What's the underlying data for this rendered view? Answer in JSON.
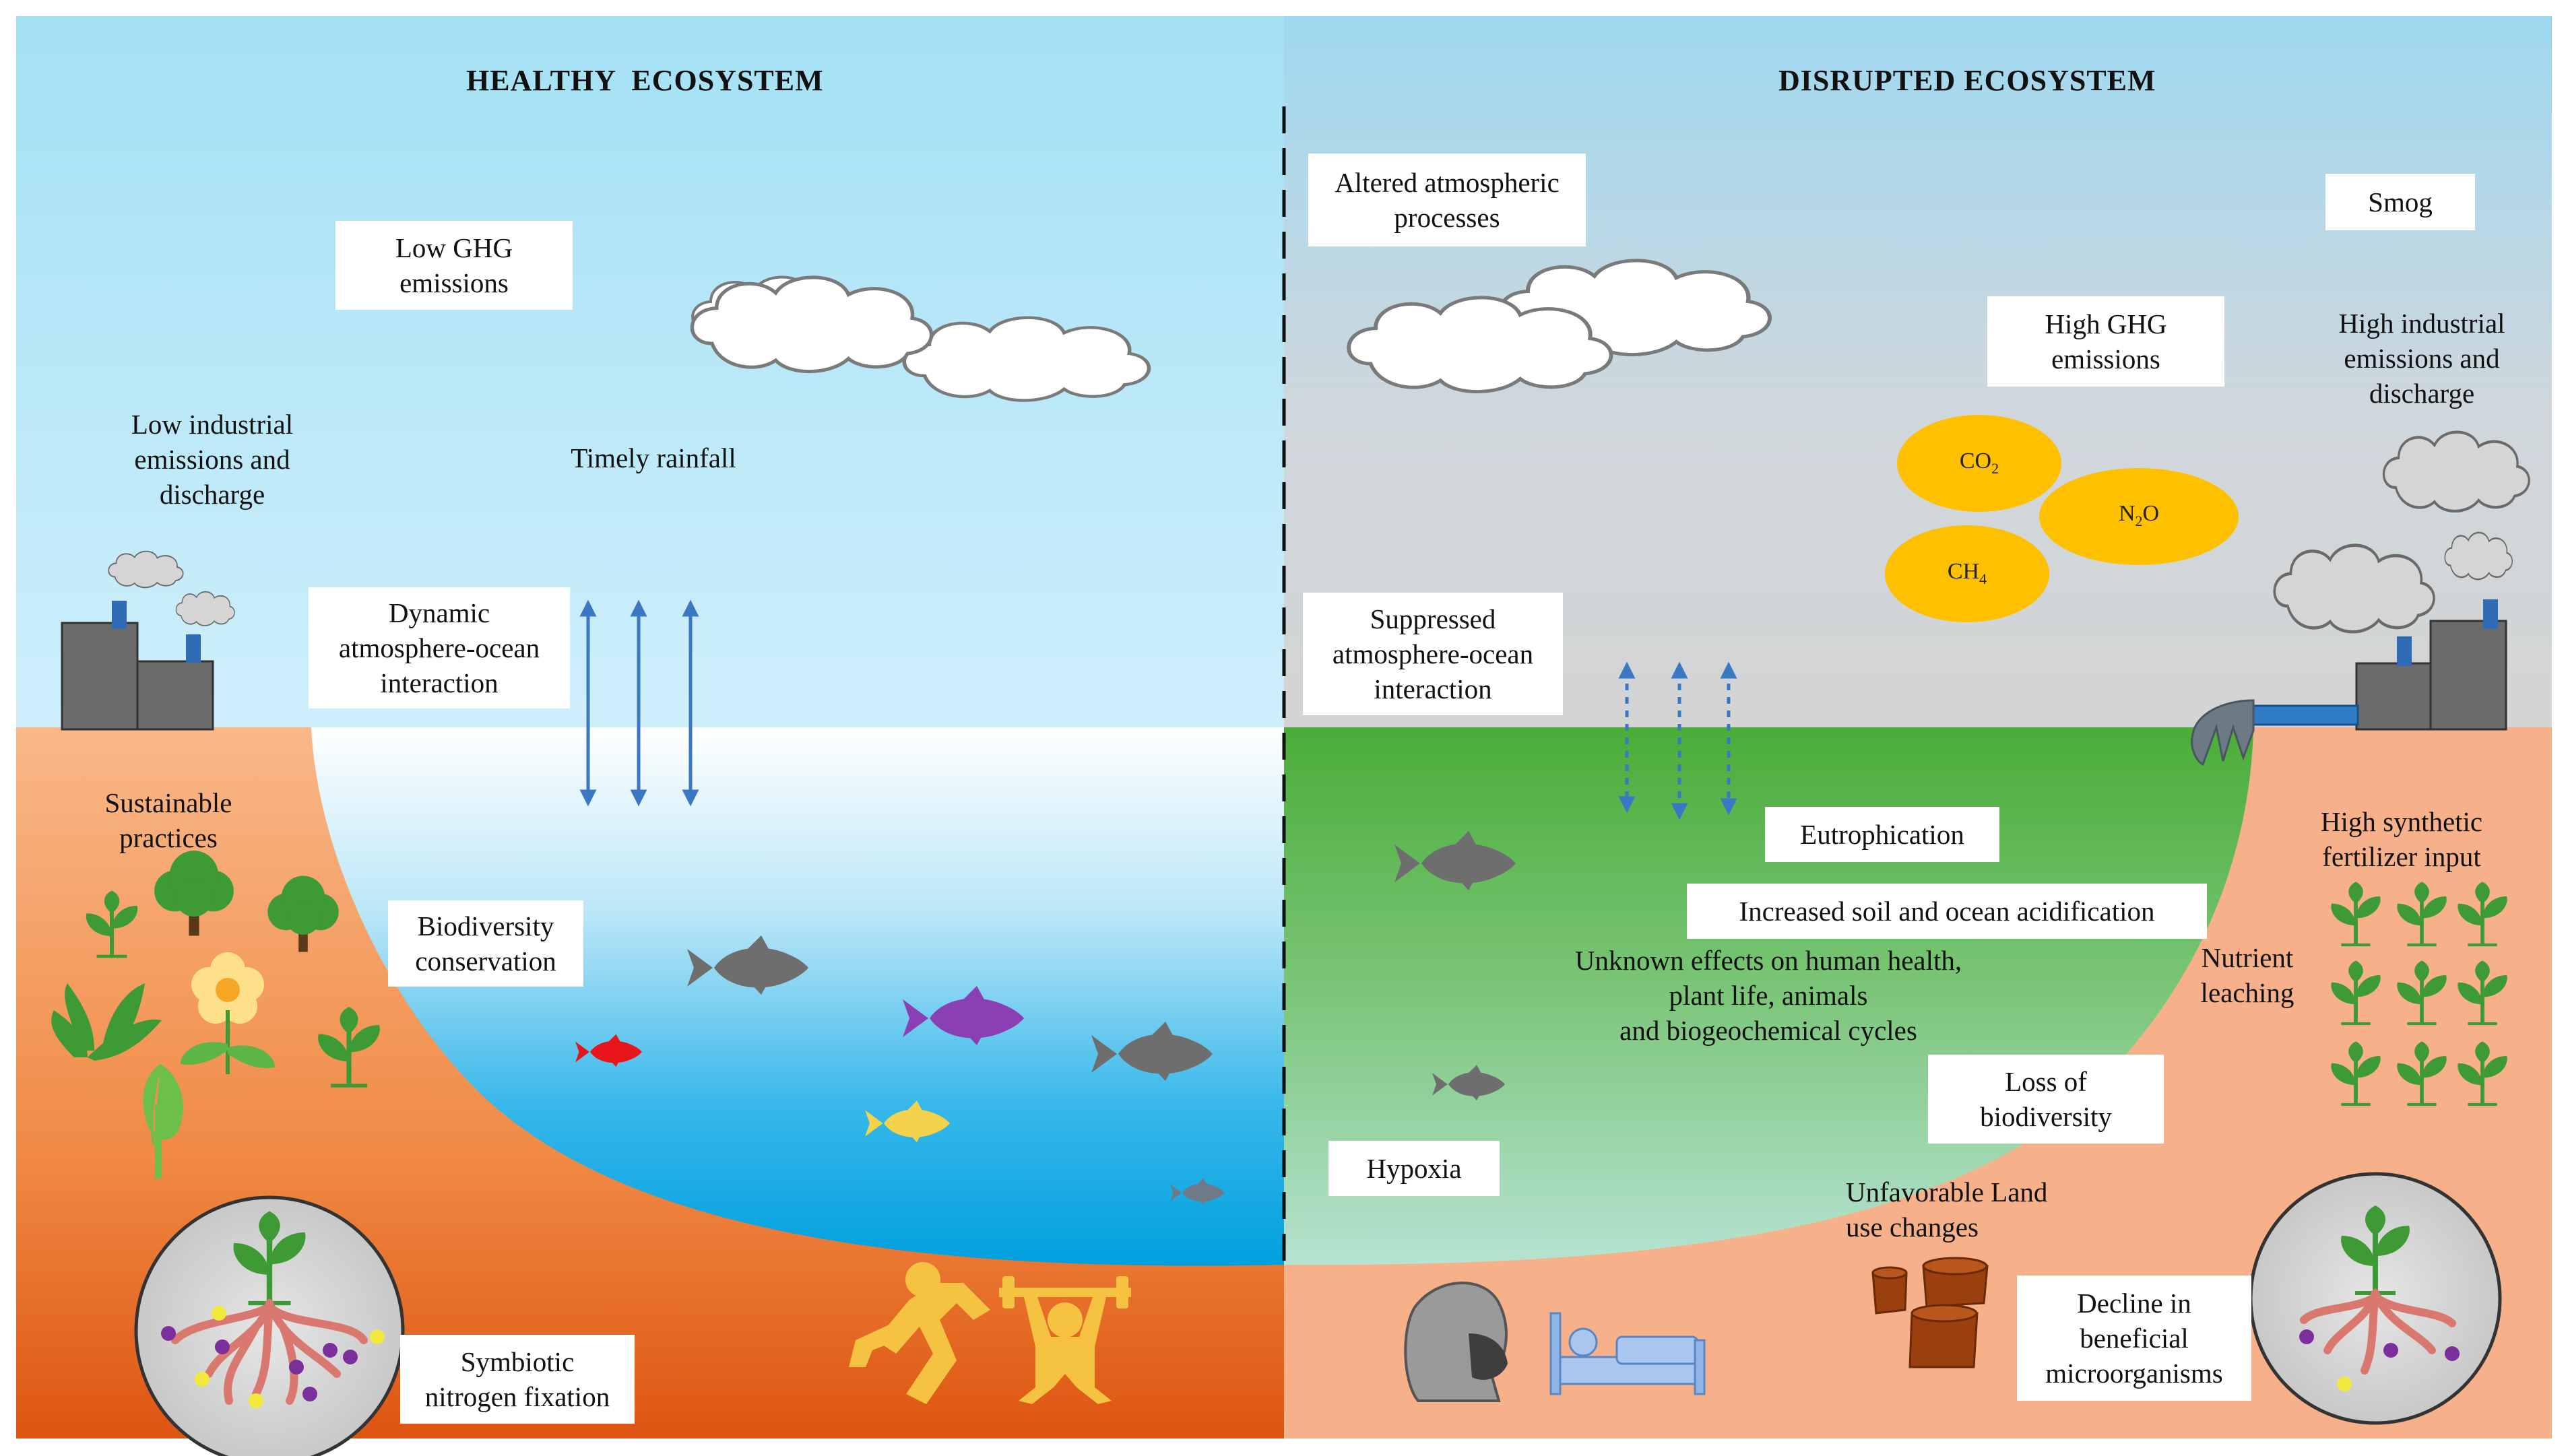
{
  "healthy": {
    "title": "HEALTHY  ECOSYSTEM",
    "low_ghg": "Low GHG\nemissions",
    "low_industrial": "Low industrial\nemissions and\ndischarge",
    "timely_rainfall": "Timely rainfall",
    "dynamic_interaction": "Dynamic\natmosphere-ocean\ninteraction",
    "sustainable_practices": "Sustainable\npractices",
    "biodiversity_conservation": "Biodiversity\nconservation",
    "nitrogen_fixation": "Symbiotic\nnitrogen fixation"
  },
  "disrupted": {
    "title": "DISRUPTED ECOSYSTEM",
    "altered_processes": "Altered atmospheric\nprocesses",
    "smog": "Smog",
    "high_ghg": "High GHG\nemissions",
    "high_industrial": "High industrial\nemissions and\ndischarge",
    "gas_co2": "CO",
    "gas_co2_sub": "2",
    "gas_n2o_a": "N",
    "gas_n2o_sub": "2",
    "gas_n2o_b": "O",
    "gas_ch4": "CH",
    "gas_ch4_sub": "4",
    "suppressed_interaction": "Suppressed\natmosphere-ocean\ninteraction",
    "eutrophication": "Eutrophication",
    "acidification": "Increased soil and ocean acidification",
    "unknown_effects": "Unknown effects on human health,\nplant life, animals\nand biogeochemical cycles",
    "nutrient_leaching": "Nutrient\nleaching",
    "high_fertilizer": "High synthetic\nfertilizer input",
    "loss_biodiversity": "Loss of\nbiodiversity",
    "hypoxia": "Hypoxia",
    "land_use": "Unfavorable Land\nuse changes",
    "decline_microorganisms": "Decline in\nbeneficial\nmicroorganisms"
  },
  "colors": {
    "sky_healthy_top": "#a8e2f4",
    "sky_healthy_bottom": "#cdeefa",
    "sky_disrupted_top": "#9ed6ee",
    "sky_disrupted_bottom": "#d3d3d3",
    "soil_light": "#f8b27e",
    "soil_dark": "#e05a12",
    "soil_disrupted": "#f6b690",
    "water_top": "#ffffff",
    "water_bottom": "#00a2e0",
    "green_water_top": "#4cae3a",
    "green_water_bottom": "#a6dcb8",
    "gas_fill": "#ffc000",
    "arrow": "#3b78c4",
    "fish_grey": "#6e6e6e",
    "plant_green": "#3d9a35"
  }
}
